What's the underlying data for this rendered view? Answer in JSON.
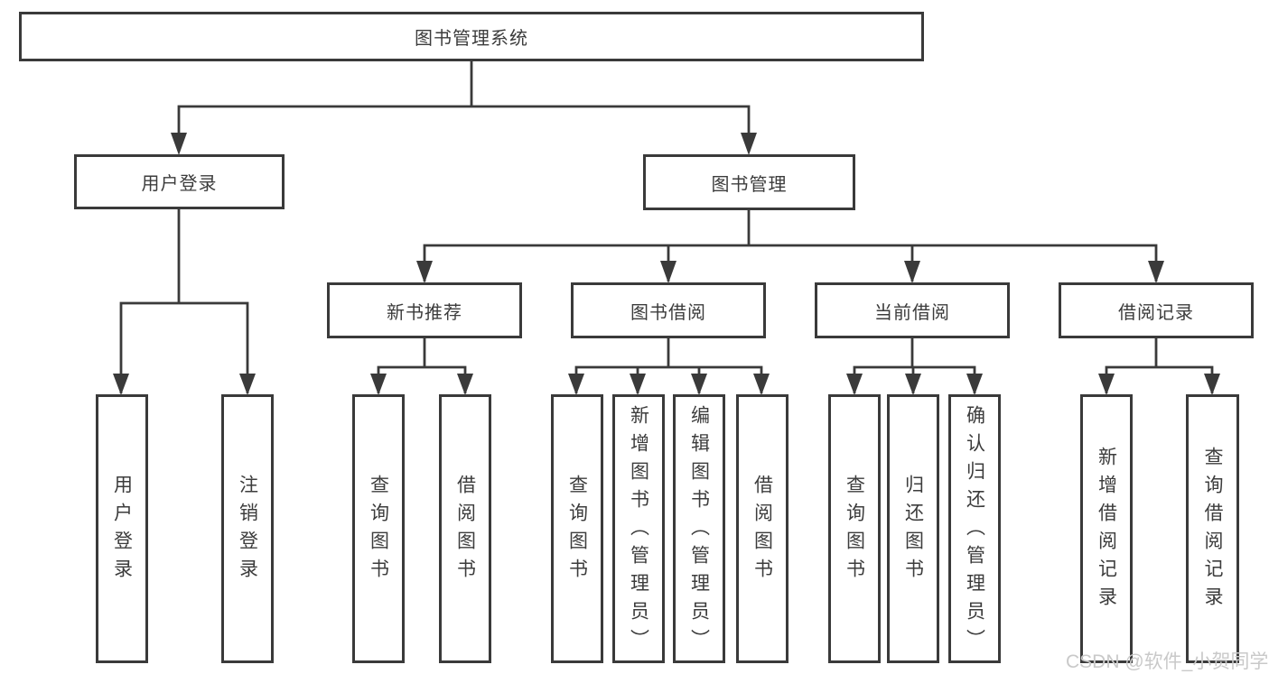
{
  "diagram": {
    "root": {
      "label": "图书管理系统"
    },
    "level2": {
      "user_login": {
        "label": "用户登录"
      },
      "book_mgmt": {
        "label": "图书管理"
      }
    },
    "level3": {
      "new_book_rec": {
        "label": "新书推荐"
      },
      "book_borrow": {
        "label": "图书借阅"
      },
      "current_borrow": {
        "label": "当前借阅"
      },
      "borrow_records": {
        "label": "借阅记录"
      }
    },
    "leaves": {
      "user_login": [
        "用户登录",
        "注销登录"
      ],
      "new_book_rec": [
        "查询图书",
        "借阅图书"
      ],
      "book_borrow": [
        "查询图书",
        "新增图书（管理员）",
        "编辑图书（管理员）",
        "借阅图书"
      ],
      "current_borrow": [
        "查询图书",
        "归还图书",
        "确认归还（管理员）"
      ],
      "borrow_records": [
        "新增借阅记录",
        "查询借阅记录"
      ]
    }
  },
  "watermark": {
    "text": "CSDN @软件_小贺同学"
  },
  "colors": {
    "line": "#3a3a3a",
    "text": "#3c3c3c",
    "watermark": "#c9c9c9",
    "background": "#ffffff"
  }
}
